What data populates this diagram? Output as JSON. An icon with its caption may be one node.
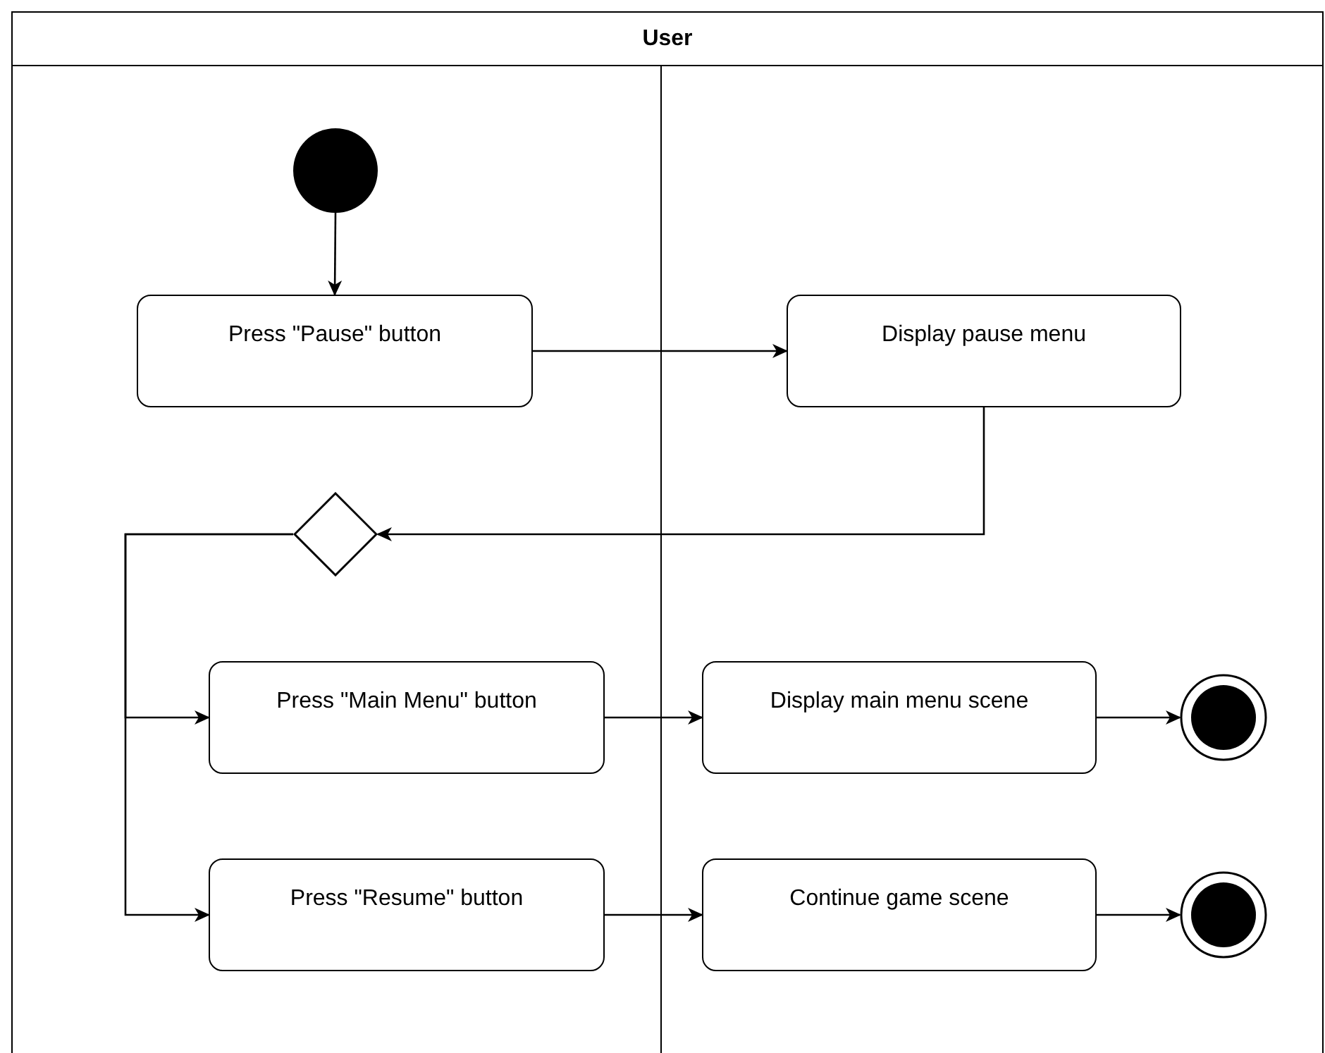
{
  "diagram": {
    "nodes": [
      {
        "text": [
          "User"
        ]
      },
      {
        "text": [],
        "shape": "circle",
        "in": 0
      },
      {
        "text": [
          "Press \"Pause\" button"
        ],
        "in": 0
      },
      {
        "text": [
          "Display pause menu"
        ],
        "in": 0
      },
      {
        "text": [],
        "shape": "diamond",
        "in": 0
      },
      {
        "text": [
          "Press \"Main Menu\" button"
        ],
        "in": 0
      },
      {
        "text": [
          "Display main menu scene"
        ],
        "in": 0
      },
      {
        "text": [],
        "shape": "bullseye",
        "in": 0
      },
      {
        "text": [
          "Press \"Resume\" button"
        ],
        "in": 0
      },
      {
        "text": [
          "Continue game scene"
        ],
        "in": 0
      },
      {
        "text": [],
        "shape": "bullseye",
        "in": 0
      }
    ],
    "edges": [
      {
        "from": 1,
        "to": 2,
        "arrow": "to"
      },
      {
        "from": 2,
        "to": 3,
        "arrow": "to"
      },
      {
        "from": 3,
        "to": 4,
        "arrow": "to"
      },
      {
        "from": 4,
        "to": 5,
        "arrow": "to"
      },
      {
        "from": 4,
        "to": 8,
        "arrow": "to"
      },
      {
        "from": 5,
        "to": 6,
        "arrow": "to"
      },
      {
        "from": 6,
        "to": 7,
        "arrow": "to"
      },
      {
        "from": 8,
        "to": 9,
        "arrow": "to"
      },
      {
        "from": 9,
        "to": 10,
        "arrow": "to"
      }
    ]
  }
}
